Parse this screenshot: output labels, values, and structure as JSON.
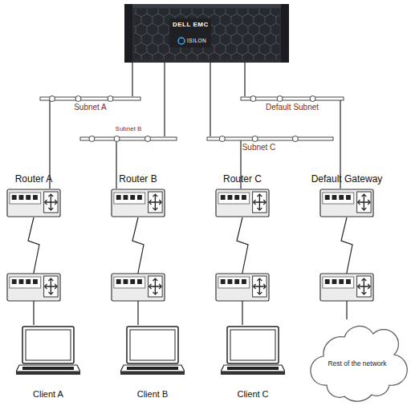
{
  "diagram": {
    "nodes": [
      {
        "text": [
          "DELL EMC",
          "ISILON"
        ]
      },
      {
        "text": [
          "Subnet A"
        ]
      },
      {
        "text": [
          "Default Subnet"
        ]
      },
      {
        "text": [
          "Subnet B"
        ]
      },
      {
        "text": [
          "Subnet C"
        ]
      },
      {
        "text": [
          "Router A"
        ]
      },
      {
        "text": [
          "Router B"
        ]
      },
      {
        "text": [
          "Router C"
        ]
      },
      {
        "text": [
          "Default Gateway"
        ]
      },
      {
        "text": [
          "Client A"
        ]
      },
      {
        "text": [
          "Client B"
        ]
      },
      {
        "text": [
          "Client C"
        ]
      },
      {
        "text": [
          "Rest of the network"
        ]
      }
    ],
    "edges": [
      {
        "from": 0,
        "to": 1,
        "arrow": "none"
      },
      {
        "from": 0,
        "to": 3,
        "arrow": "none"
      },
      {
        "from": 0,
        "to": 4,
        "arrow": "none"
      },
      {
        "from": 0,
        "to": 2,
        "arrow": "none"
      },
      {
        "from": 1,
        "to": 5,
        "arrow": "none"
      },
      {
        "from": 3,
        "to": 6,
        "arrow": "none"
      },
      {
        "from": 4,
        "to": 7,
        "arrow": "none"
      },
      {
        "from": 2,
        "to": 8,
        "arrow": "none"
      },
      {
        "from": 5,
        "to": 9,
        "arrow": "none"
      },
      {
        "from": 6,
        "to": 10,
        "arrow": "none"
      },
      {
        "from": 7,
        "to": 11,
        "arrow": "none"
      },
      {
        "from": 8,
        "to": 12,
        "arrow": "none"
      }
    ]
  }
}
